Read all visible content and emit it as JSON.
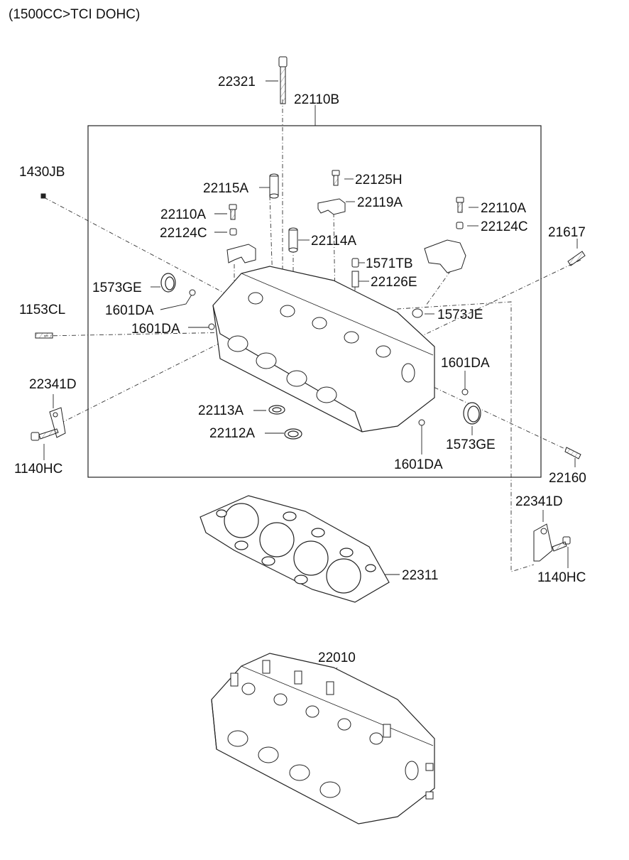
{
  "header": {
    "title": "(1500CC>TCI DOHC)"
  },
  "labels": {
    "l22321": "22321",
    "l22110B": "22110B",
    "l1430JB": "1430JB",
    "l22115A": "22115A",
    "l22125H": "22125H",
    "l22119A": "22119A",
    "l22110A_l": "22110A",
    "l22124C_l": "22124C",
    "l22110A_r": "22110A",
    "l22124C_r": "22124C",
    "l21617": "21617",
    "l22114A": "22114A",
    "l1571TB": "1571TB",
    "l22126E": "22126E",
    "l1573GE_t": "1573GE",
    "l1601DA_1": "1601DA",
    "l1153CL": "1153CL",
    "l1601DA_2": "1601DA",
    "l1573JE": "1573JE",
    "l1601DA_3": "1601DA",
    "l22341D_l": "22341D",
    "l22113A": "22113A",
    "l22112A": "22112A",
    "l1573GE_b": "1573GE",
    "l1140HC_l": "1140HC",
    "l1601DA_4": "1601DA",
    "l22160": "22160",
    "l22341D_r": "22341D",
    "l22311": "22311",
    "l1140HC_r": "1140HC",
    "l22010": "22010"
  }
}
